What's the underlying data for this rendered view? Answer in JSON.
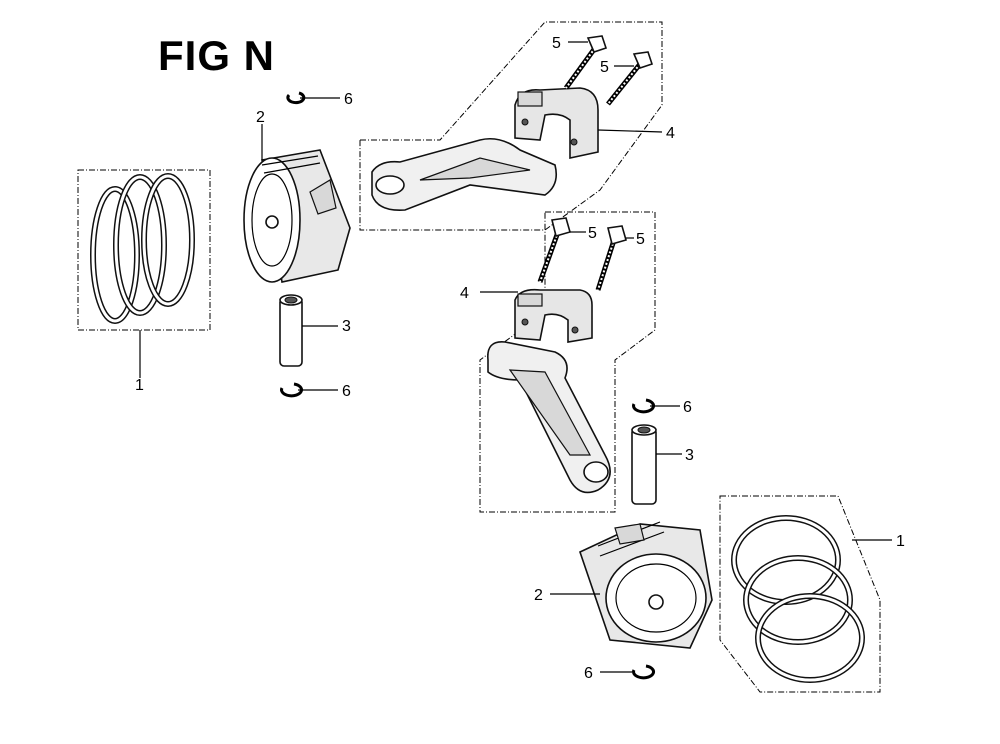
{
  "figure": {
    "title": "FIG N"
  },
  "callouts": {
    "rings_left": "1",
    "piston_left": "2",
    "pin_left": "3",
    "rod_top": "4",
    "bolt_top_a": "5",
    "bolt_top_b": "5",
    "clip_top_left": "6",
    "clip_bottom_left": "6",
    "rod_mid": "4",
    "bolt_mid_a": "5",
    "bolt_mid_b": "5",
    "clip_right_top": "6",
    "pin_right": "3",
    "piston_right": "2",
    "rings_right": "1",
    "clip_right_bottom": "6"
  }
}
